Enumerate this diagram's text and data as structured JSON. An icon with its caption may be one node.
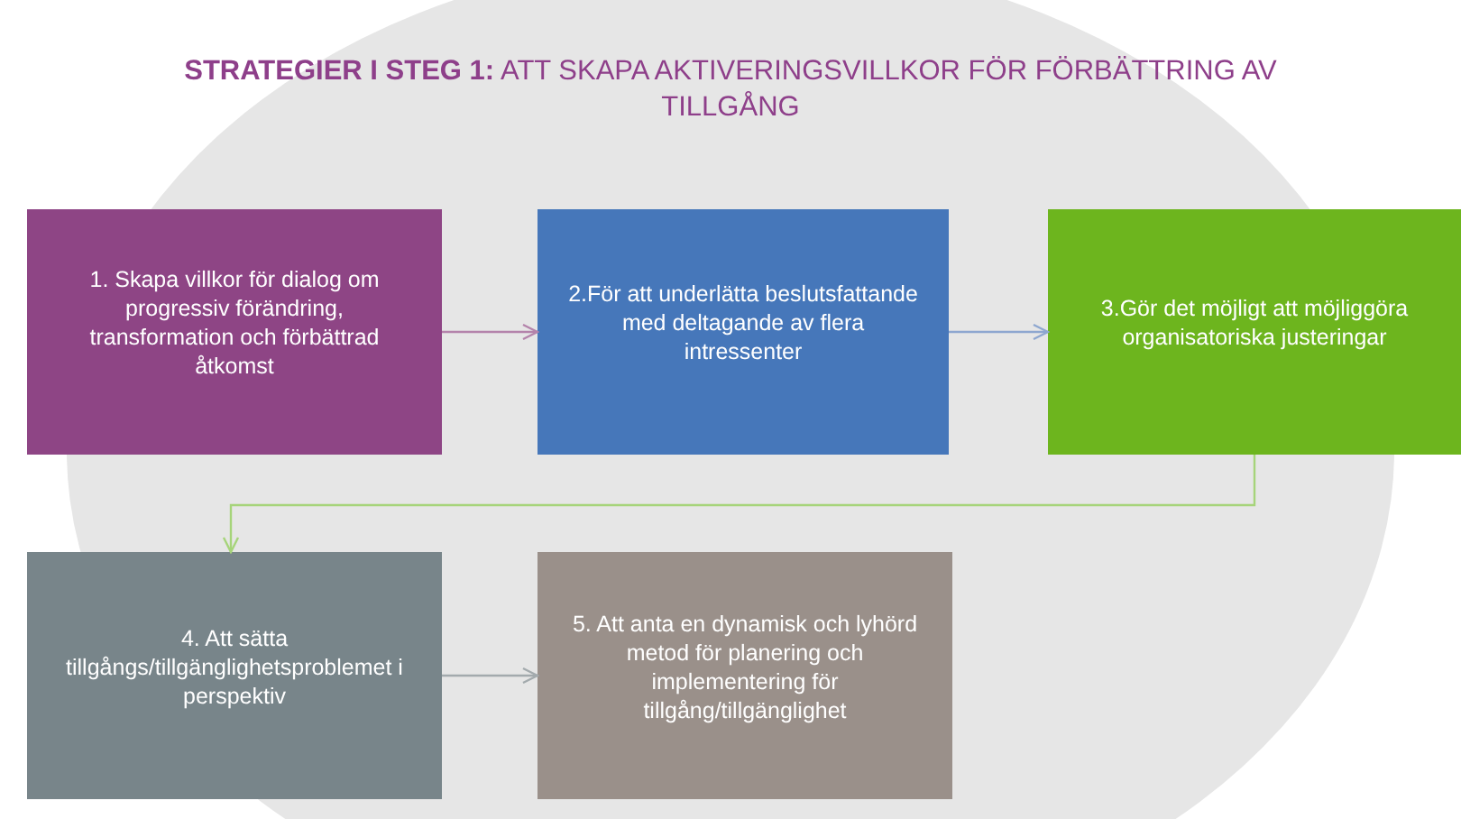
{
  "diagram": {
    "title": "**STRATEGIER I STEG 1:** ATT SKAPA AKTIVERINGSVILLKOR FÖR FÖRBÄTTRING AV TILLGÅNG",
    "nodes": [
      {
        "text": [
          "1. Skapa villkor för dialog om progressiv förändring, transformation och förbättrad åtkomst"
        ]
      },
      {
        "text": [
          "2.För att underlätta beslutsfattande med deltagande av flera intressenter"
        ]
      },
      {
        "text": [
          "3.Gör det möjligt att möjliggöra organisatoriska justeringar"
        ]
      },
      {
        "text": [
          "4. Att sätta tillgångs/tillgänglighetsproblemet i perspektiv"
        ]
      },
      {
        "text": [
          "5. Att anta en dynamisk och lyhörd metod för planering och implementering för tillgång/tillgänglighet"
        ]
      }
    ],
    "edges": [
      {
        "from": 0,
        "to": 1,
        "arrow": "to",
        "color": "#b483ab"
      },
      {
        "from": 1,
        "to": 2,
        "arrow": "to",
        "color": "#8ea7d0"
      },
      {
        "from": 2,
        "to": 3,
        "arrow": "to",
        "color": "#a6d47a"
      },
      {
        "from": 3,
        "to": 4,
        "arrow": "to",
        "color": "#a3aaad"
      }
    ]
  }
}
